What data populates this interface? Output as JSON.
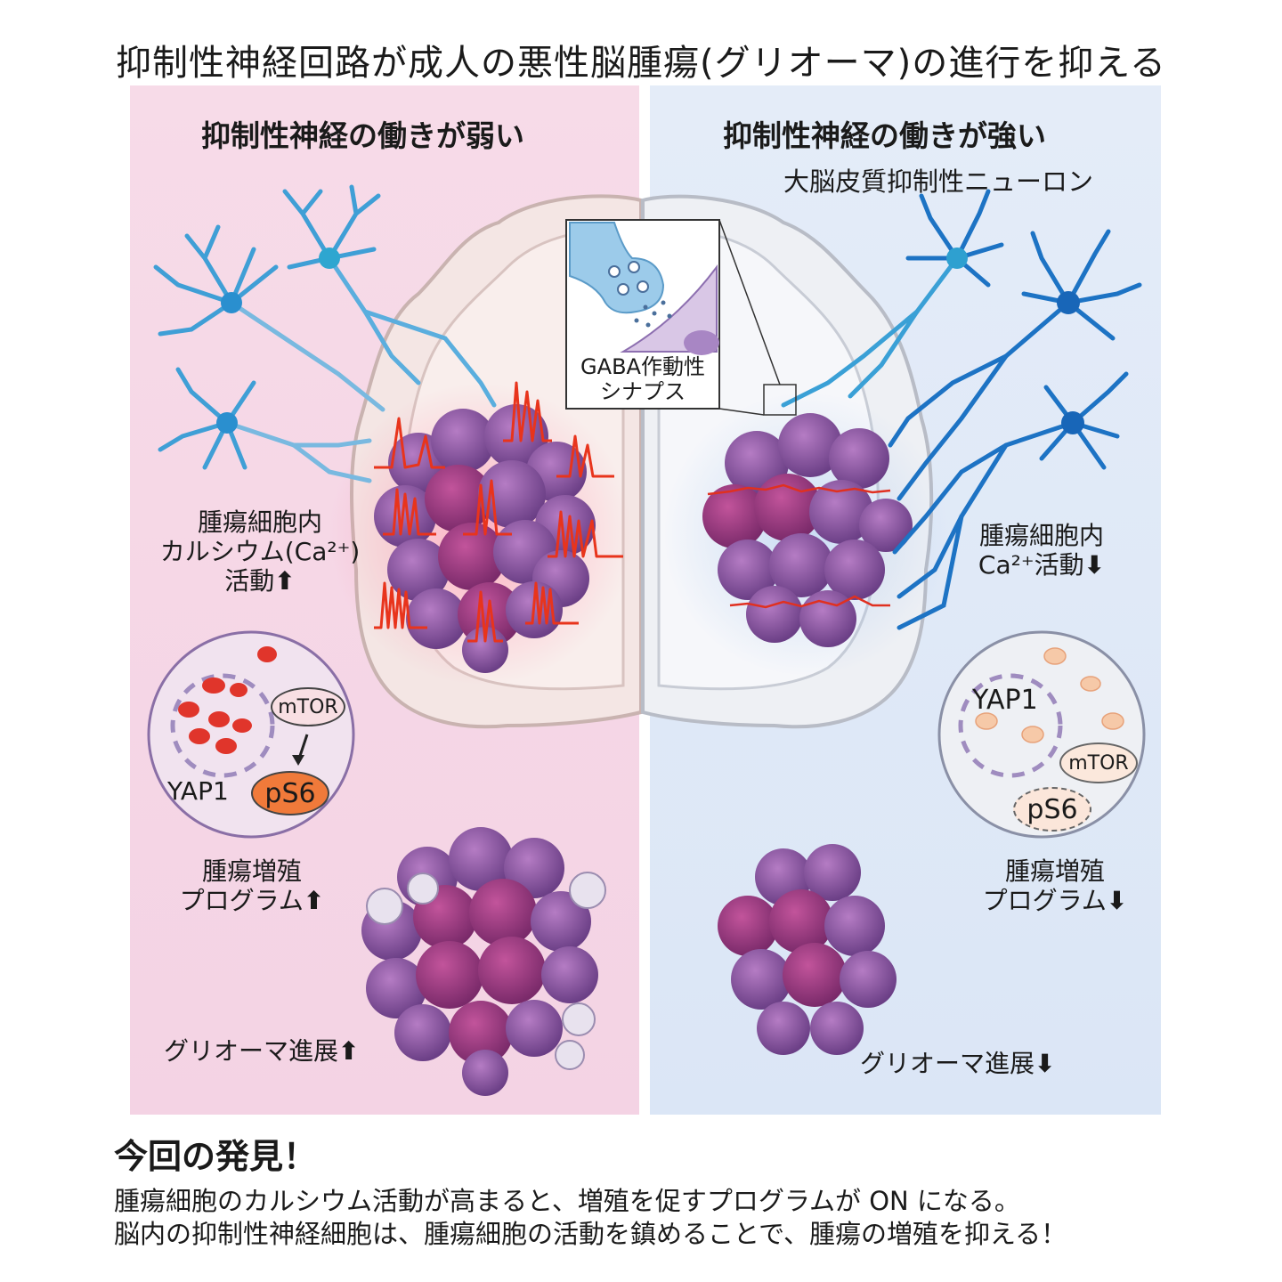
{
  "title": "抑制性神経回路が成人の悪性脳腫瘍(グリオーマ)の進行を抑える",
  "left": {
    "heading": "抑制性神経の働きが弱い",
    "calcium": {
      "line1": "腫瘍細胞内",
      "line2": "カルシウム(Ca²⁺)",
      "line3": "活動",
      "arrow": "⬆"
    },
    "yap1": "YAP1",
    "mtor": "mTOR",
    "ps6": "pS6",
    "proliferation": {
      "line1": "腫瘍増殖",
      "line2": "プログラム",
      "arrow": "⬆"
    },
    "progression": {
      "text": "グリオーマ進展",
      "arrow": "⬆"
    }
  },
  "right": {
    "heading": "抑制性神経の働きが強い",
    "neuron_label": "大脳皮質抑制性ニューロン",
    "calcium": {
      "line1": "腫瘍細胞内",
      "line2": "Ca²⁺活動",
      "arrow": "⬇"
    },
    "yap1": "YAP1",
    "mtor": "mTOR",
    "ps6": "pS6",
    "proliferation": {
      "line1": "腫瘍増殖",
      "line2": "プログラム",
      "arrow": "⬇"
    },
    "progression": {
      "text": "グリオーマ進展",
      "arrow": "⬇"
    }
  },
  "inset": {
    "line1": "GABA作動性",
    "line2": "シナプス"
  },
  "finding": {
    "title": "今回の発見！",
    "line1": "腫瘍細胞のカルシウム活動が高まると、増殖を促すプログラムが ON になる。",
    "line2": "脳内の抑制性神経細胞は、腫瘍細胞の活動を鎮めることで、腫瘍の増殖を抑える！"
  },
  "colors": {
    "left_bg": "#f5d6e6",
    "right_bg": "#dde7f7",
    "neuron_light": "#4fa3d8",
    "neuron_dark": "#1d6fbf",
    "tumor": "#8a4f9c",
    "tumor_core": "#a0337e",
    "calcium_spike": "#e8341c",
    "yap1_active": "#e0352b",
    "yap1_inactive": "#f6c9a8",
    "ps6_active": "#f07a3a"
  }
}
